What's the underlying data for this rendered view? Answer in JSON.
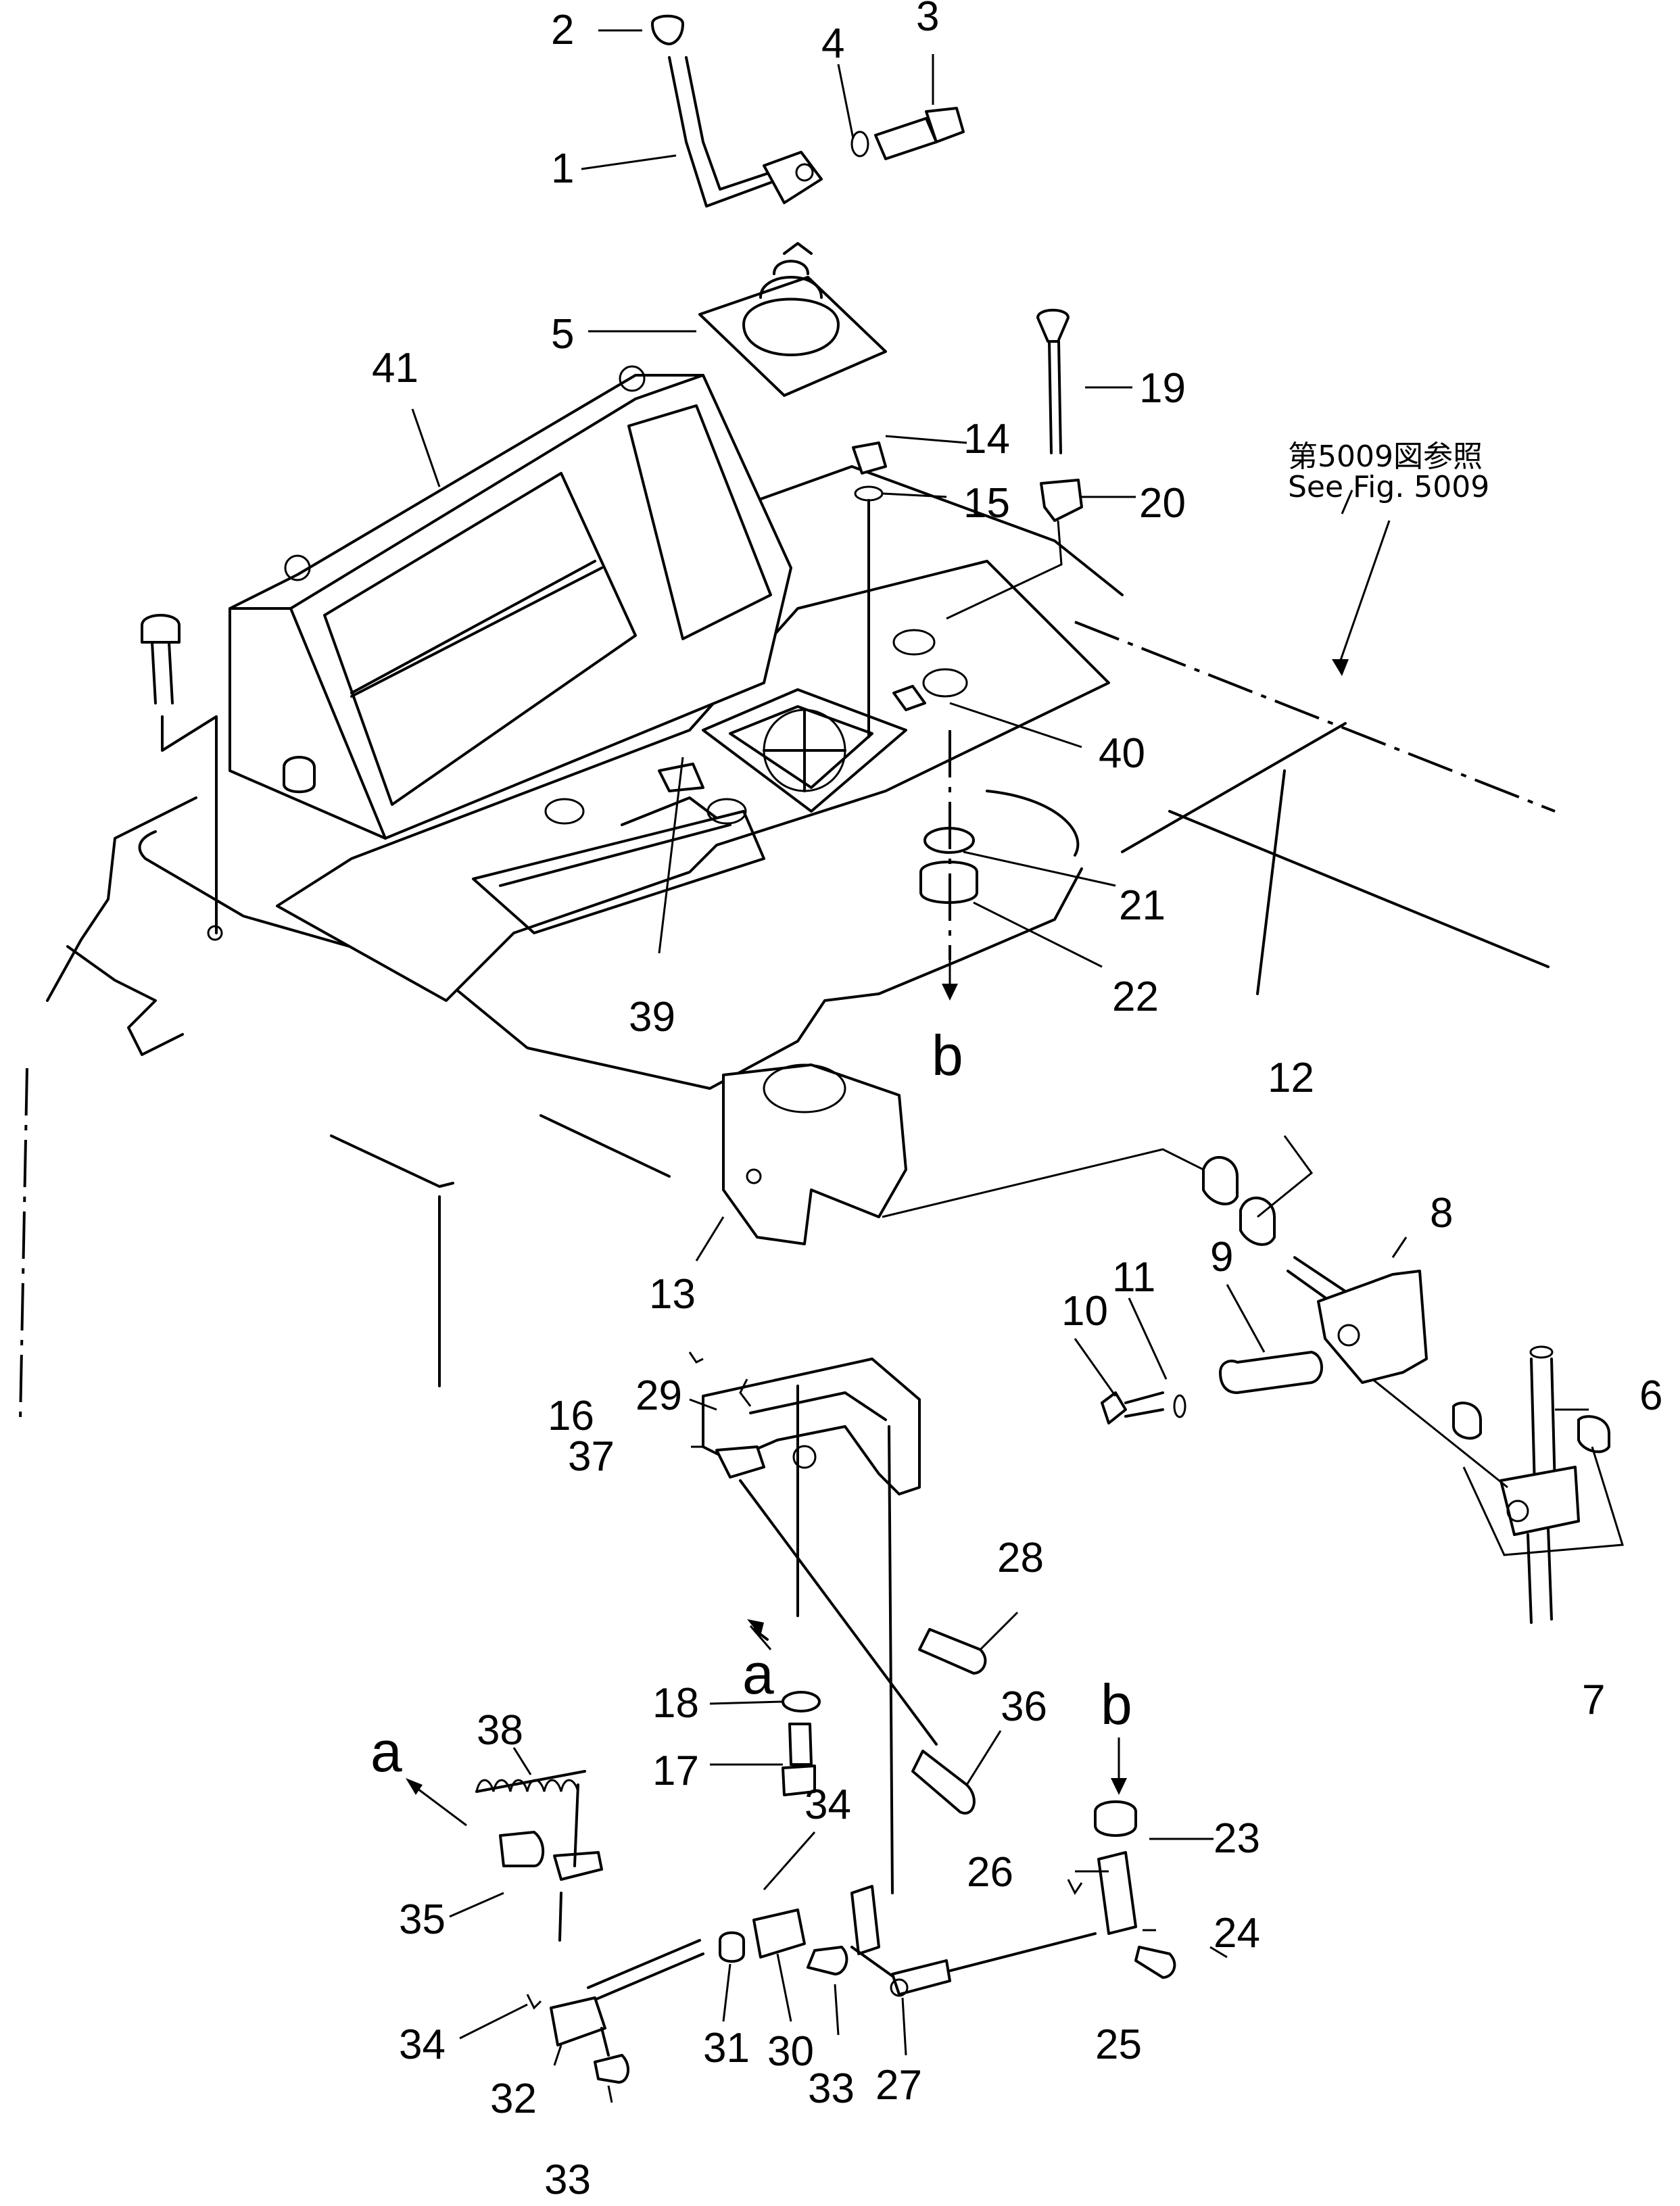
{
  "figure": {
    "cross_reference": {
      "japanese": "第5009図参照",
      "english": "See Fig. 5009"
    },
    "view_markers": [
      "a",
      "b",
      "a",
      "b"
    ],
    "callouts": [
      "1",
      "2",
      "3",
      "4",
      "5",
      "6",
      "7",
      "8",
      "9",
      "10",
      "11",
      "12",
      "13",
      "14",
      "15",
      "16",
      "17",
      "18",
      "19",
      "20",
      "21",
      "22",
      "23",
      "24",
      "25",
      "26",
      "27",
      "28",
      "29",
      "30",
      "31",
      "32",
      "33",
      "33",
      "34",
      "34",
      "35",
      "36",
      "37",
      "38",
      "39",
      "40",
      "41"
    ]
  }
}
